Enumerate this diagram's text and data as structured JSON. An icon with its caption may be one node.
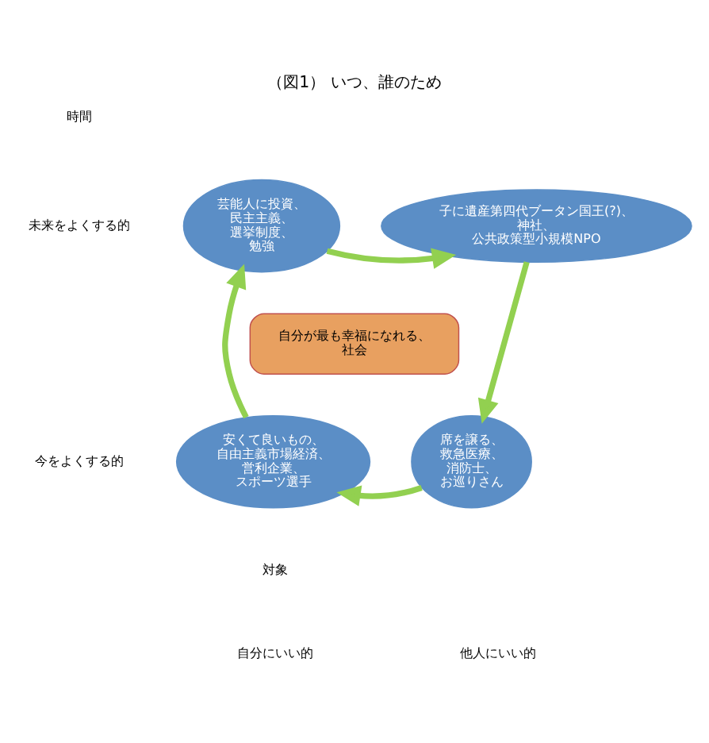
{
  "diagram": {
    "title": "（図1） いつ、誰のため",
    "nodes": [
      {
        "text": [
          "芸能人に投資、民主主義、選挙制度、勉強"
        ]
      },
      {
        "text": [
          "子に遺産第四代ブータン国王(?)、神社、公共政策型小規模NPO"
        ]
      },
      {
        "text": [
          "自分が最も幸福になれる、社会"
        ]
      },
      {
        "text": [
          "安くて良いもの、自由主義市場経済、営利企業、スポーツ選手"
        ]
      },
      {
        "text": [
          "席を譲る、救急医療、消防士、お巡りさん"
        ]
      }
    ],
    "edges": [
      {
        "from": 0,
        "to": 1,
        "arrow": "to",
        "color": "#92d050"
      },
      {
        "from": 1,
        "to": 4,
        "arrow": "to",
        "color": "#92d050"
      },
      {
        "from": 4,
        "to": 3,
        "arrow": "to",
        "color": "#92d050"
      },
      {
        "from": 3,
        "to": 0,
        "arrow": "to",
        "color": "#92d050"
      }
    ],
    "labels": [
      "時間",
      "未来をよくする的",
      "今をよくする的",
      "対象",
      "自分にいい的",
      "他人にいい的"
    ]
  }
}
